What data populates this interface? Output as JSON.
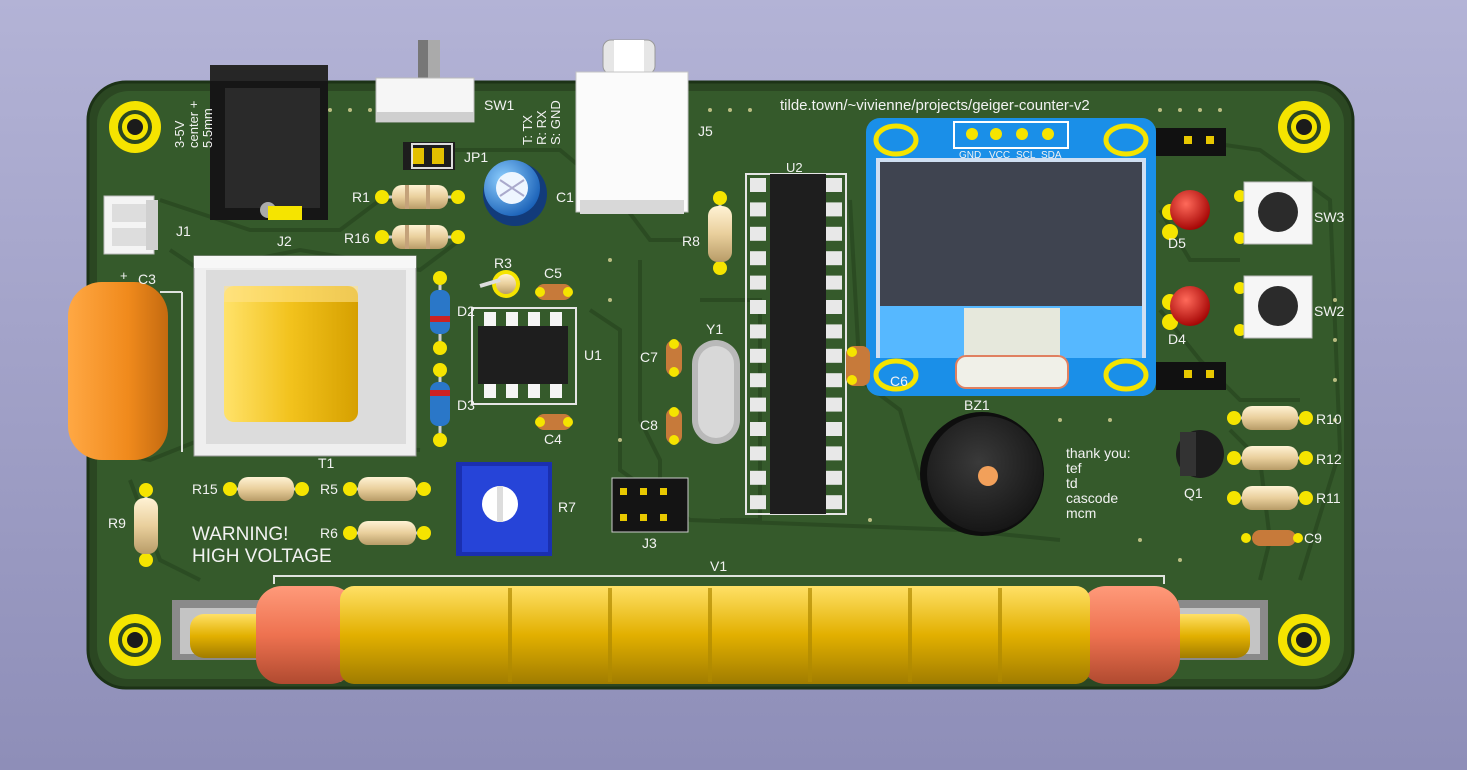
{
  "board": {
    "url": "tilde.town/~vivienne/projects/geiger-counter-v2",
    "warning": [
      "WARNING!",
      "HIGH VOLTAGE"
    ],
    "power_note": [
      "3-5V",
      "center +",
      "5.5mm"
    ],
    "serial_note": [
      "T: TX",
      "R: RX",
      "S: GND"
    ],
    "thanks": [
      "thank you:",
      "tef",
      "td",
      "cascode",
      "mcm"
    ],
    "oled_pins": [
      "GND",
      "VCC",
      "SCL",
      "SDA"
    ],
    "polarity_mark": "+"
  },
  "refs": {
    "SW1": "SW1",
    "JP1": "JP1",
    "J5": "J5",
    "J2": "J2",
    "J1": "J1",
    "R1": "R1",
    "R16": "R16",
    "C1": "C1",
    "R3": "R3",
    "C5": "C5",
    "D2": "D2",
    "D3": "D3",
    "U1": "U1",
    "C4": "C4",
    "C3": "C3",
    "T1": "T1",
    "R15": "R15",
    "R5": "R5",
    "R6": "R6",
    "R7": "R7",
    "R9": "R9",
    "R8": "R8",
    "Y1": "Y1",
    "C7": "C7",
    "C8": "C8",
    "J3": "J3",
    "U2": "U2",
    "C6": "C6",
    "BZ1": "BZ1",
    "V1": "V1",
    "D5": "D5",
    "D4": "D4",
    "SW3": "SW3",
    "SW2": "SW2",
    "R10": "R10",
    "R12": "R12",
    "R11": "R11",
    "Q1": "Q1",
    "C9": "C9"
  },
  "colors": {
    "background": "#a0a0c8",
    "board": "#2e4a26",
    "silkscreen": "#f2f2f2",
    "pads": "#f5e400",
    "tube_body": "#e0b000",
    "tube_ends": "#f07a55",
    "oled_frame": "#1a8fe8"
  }
}
